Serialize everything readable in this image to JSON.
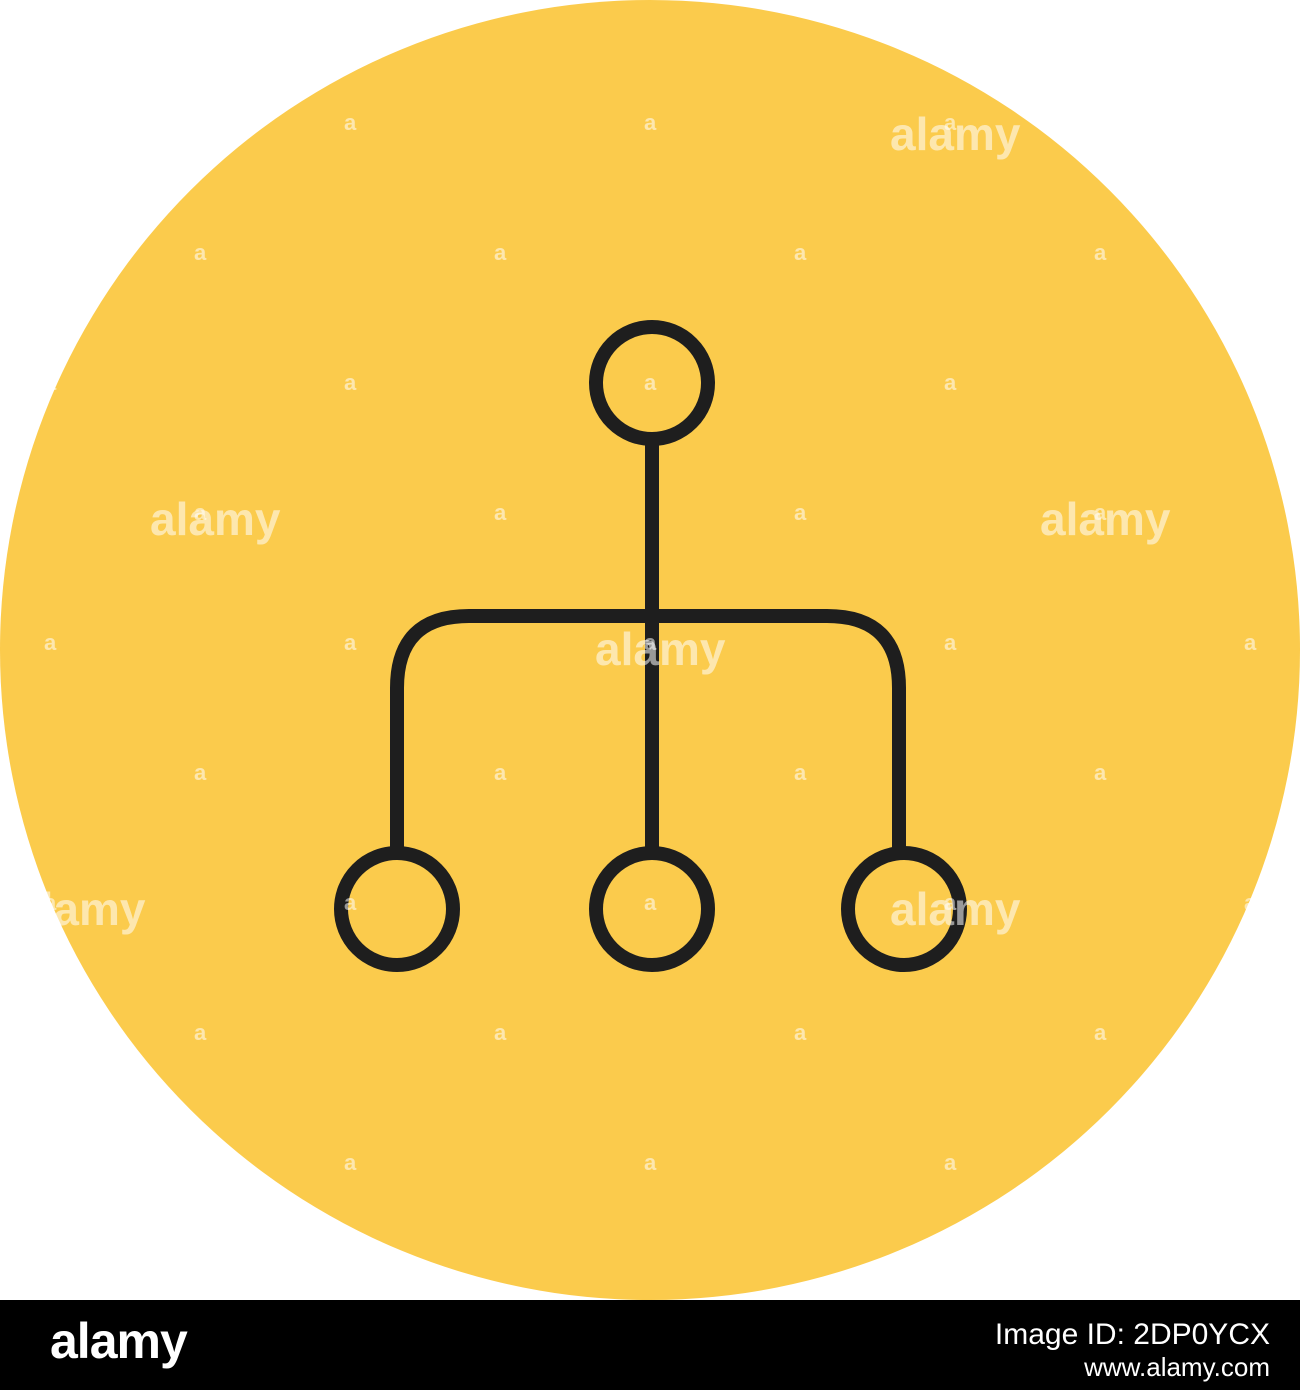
{
  "colors": {
    "circle_fill": "#FBCB4C",
    "icon_stroke": "#1E1E1E",
    "footer_bg": "#000000",
    "footer_text": "#FFFFFF",
    "page_bg": "#FFFFFF"
  },
  "icon": {
    "semantic": "hierarchy-icon"
  },
  "watermark": {
    "word": "alamy",
    "mark": "a"
  },
  "footer": {
    "logo": "alamy",
    "image_id": "Image ID: 2DP0YCX",
    "url": "www.alamy.com"
  }
}
